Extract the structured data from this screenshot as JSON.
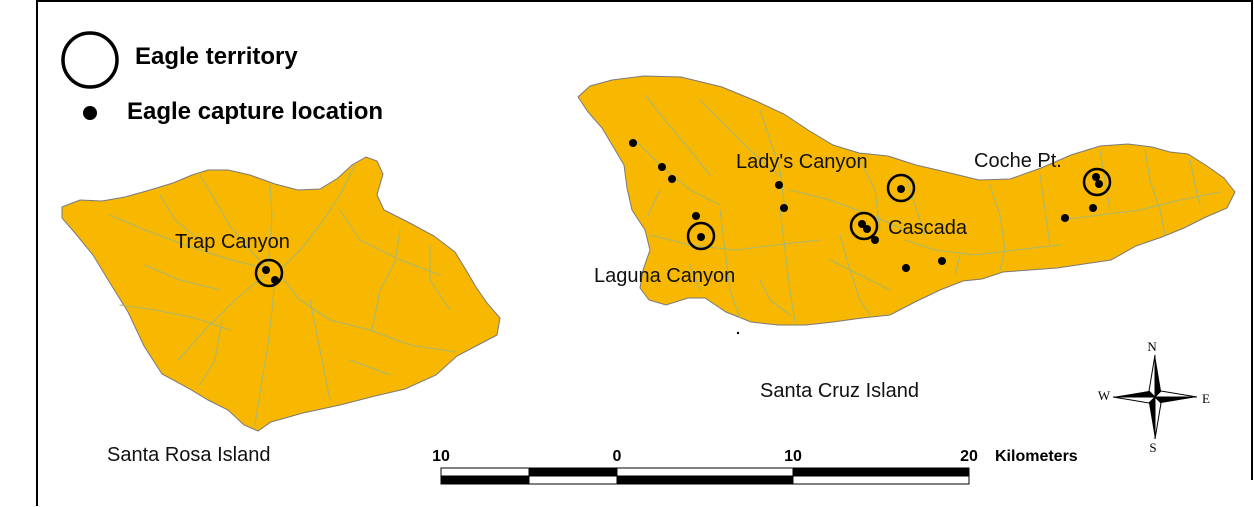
{
  "legend": {
    "territory_label": "Eagle territory",
    "capture_label": "Eagle capture location"
  },
  "islands": {
    "west": "Santa Rosa Island",
    "east": "Santa Cruz Island"
  },
  "places": {
    "trap": "Trap Canyon",
    "laguna": "Laguna Canyon",
    "ladys": "Lady's Canyon",
    "cascada": "Cascada",
    "coche": "Coche Pt."
  },
  "scale_bar": {
    "ticks": [
      "10",
      "0",
      "10",
      "20"
    ],
    "unit": "Kilometers"
  },
  "compass": {
    "n": "N",
    "s": "S",
    "e": "E",
    "w": "W"
  },
  "colors": {
    "land": "#f8b700",
    "land_outline": "#7a7a7a",
    "streams": "#a9b870",
    "markers": "#000000"
  }
}
